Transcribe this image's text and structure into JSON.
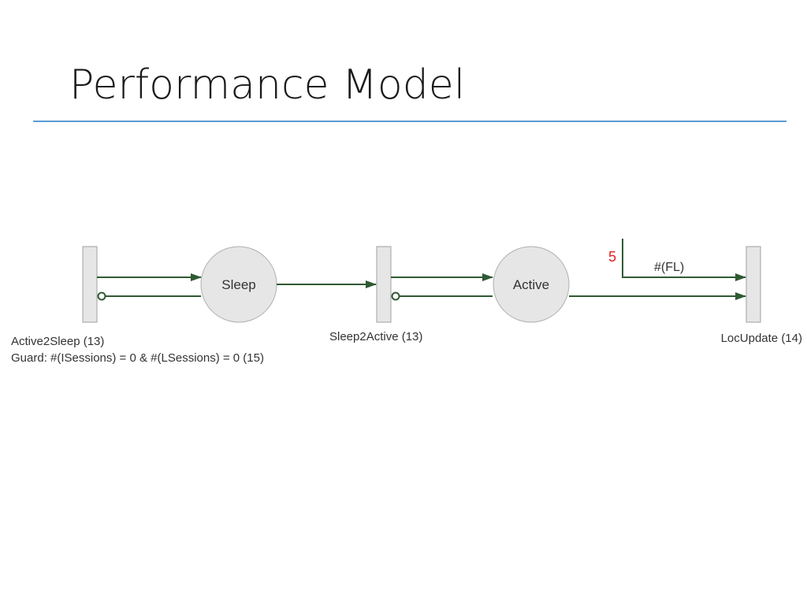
{
  "slide": {
    "title": "Performance Model"
  },
  "diagram": {
    "places": {
      "sleep": "Sleep",
      "active": "Active"
    },
    "transitions": {
      "active2sleep": "Active2Sleep (13)",
      "active2sleep_guard": "Guard: #(ISessions) = 0 & #(LSessions) = 0 (15)",
      "sleep2active": "Sleep2Active (13)",
      "locupdate": "LocUpdate (14)"
    },
    "arc_labels": {
      "fl": "#(FL)"
    },
    "annotation": "5",
    "colors": {
      "arc": "#2f5a32",
      "node_fill": "#e6e6e6",
      "node_stroke": "#a0a0a0",
      "annotation": "#e02020",
      "title_rule": "#5b9bd5"
    }
  }
}
